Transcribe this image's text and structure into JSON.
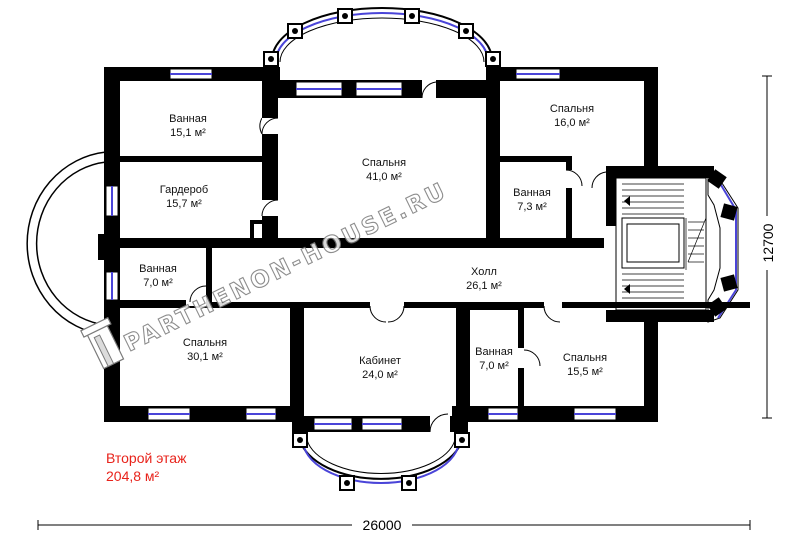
{
  "plan": {
    "floor_title": "Второй этаж",
    "floor_area": "204,8 м²",
    "dimension_width": "26000",
    "dimension_height": "12700",
    "watermark": "PARTHENON-HOUSE.RU",
    "rooms": [
      {
        "name": "Ванная",
        "area": "15,1 м²"
      },
      {
        "name": "Гардероб",
        "area": "15,7 м²"
      },
      {
        "name": "Спальня",
        "area": "41,0 м²"
      },
      {
        "name": "Спальня",
        "area": "16,0 м²"
      },
      {
        "name": "Ванная",
        "area": "7,3 м²"
      },
      {
        "name": "Ванная",
        "area": "7,0 м²"
      },
      {
        "name": "Холл",
        "area": "26,1 м²"
      },
      {
        "name": "Спальня",
        "area": "30,1 м²"
      },
      {
        "name": "Кабинет",
        "area": "24,0 м²"
      },
      {
        "name": "Ванная",
        "area": "7,0 м²"
      },
      {
        "name": "Спальня",
        "area": "15,5 м²"
      }
    ]
  }
}
